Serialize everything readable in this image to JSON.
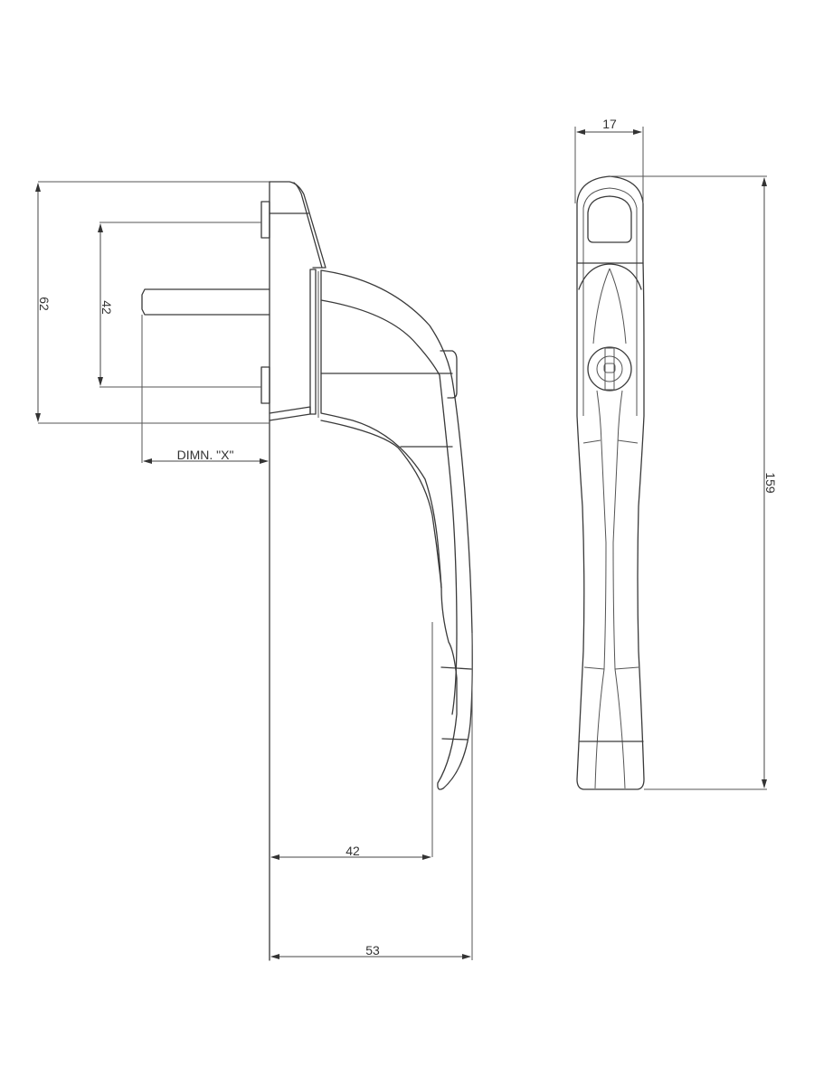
{
  "drawing": {
    "title": "Window handle technical drawing",
    "views": [
      "side-view",
      "front-view"
    ],
    "stroke_color": "#3a3a3a",
    "background": "#ffffff"
  },
  "dimensions": {
    "overall_height_side": "62",
    "fixing_centres": "42",
    "spindle_length": "DIMN. \"X\"",
    "projection_grip": "42",
    "projection_overall": "53",
    "front_width": "17",
    "overall_length": "159"
  }
}
